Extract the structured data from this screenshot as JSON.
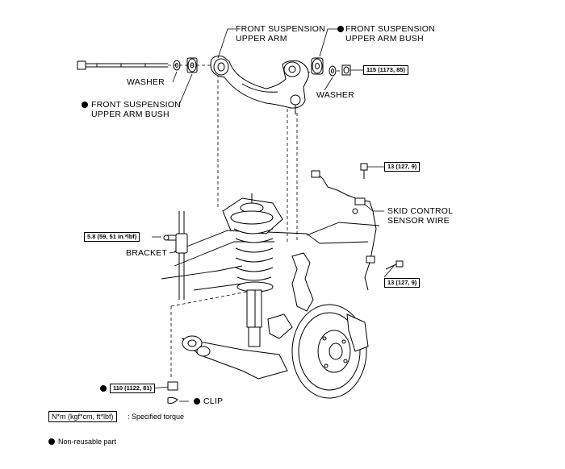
{
  "labels": {
    "upper_arm": "FRONT SUSPENSION\nUPPER ARM",
    "upper_arm_bush_right": "FRONT SUSPENSION\nUPPER ARM BUSH",
    "upper_arm_bush_left": "FRONT SUSPENSION\nUPPER ARM BUSH",
    "washer_left": "WASHER",
    "washer_right": "WASHER",
    "skid_control_sensor_wire": "SKID CONTROL\nSENSOR WIRE",
    "bracket": "BRACKET",
    "clip": "CLIP"
  },
  "torques": {
    "upper_arm_nut": "115 (1173, 85)",
    "sensor_wire_bolt_top": "13 (127, 9)",
    "sensor_wire_bolt_bottom": "13 (127, 9)",
    "bracket_bolt": "5.8 (59, 51 in.*lbf)",
    "lower_nut": "110 (1122, 81)"
  },
  "legend": {
    "torque_unit": "N*m (kgf*cm, ft*lbf)",
    "torque_desc": ": Specified torque",
    "non_reusable": "Non-reusable part"
  }
}
